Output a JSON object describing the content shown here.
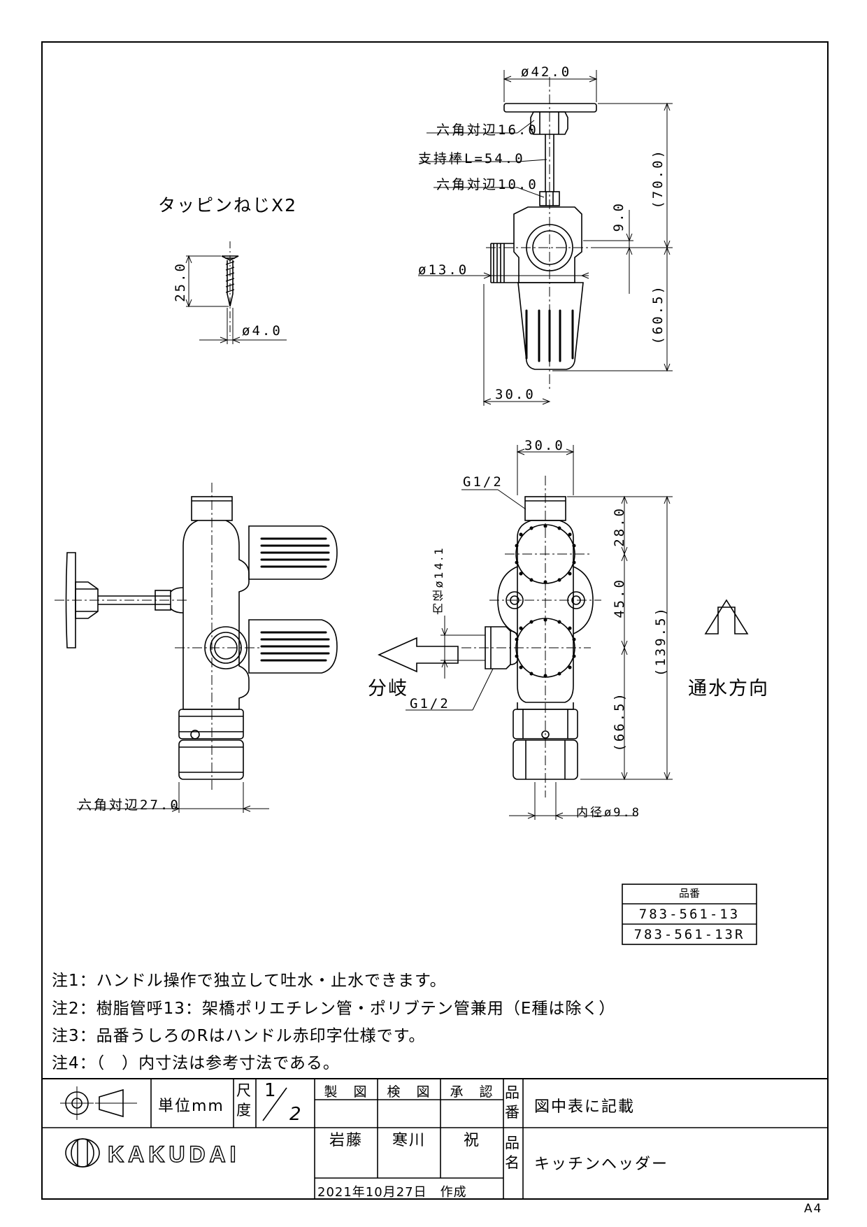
{
  "screw": {
    "title": "タッピンねじX2",
    "length": "25.0",
    "diameter": "ø4.0"
  },
  "top_view": {
    "flange_dia": "ø42.0",
    "hex_16": "六角対辺16.0",
    "rod": "支持棒L=54.0",
    "hex_10": "六角対辺10.0",
    "pipe_dia": "ø13.0",
    "width": "30.0",
    "offset": "9.0",
    "upper": "(70.0)",
    "lower": "(60.5)"
  },
  "front_view": {
    "width": "30.0",
    "thread_top": "G1/2",
    "inner_dia_branch": "内径ø14.1",
    "thread_branch": "G1/2",
    "d1": "28.0",
    "d2": "45.0",
    "d3": "(66.5)",
    "total": "(139.5)",
    "inner_dia_bottom": "内径ø9.8",
    "branch_label": "分岐",
    "flow_label": "通水方向"
  },
  "side_view": {
    "hex_27": "六角対辺27.0"
  },
  "part_table": {
    "header": "品番",
    "rows": [
      "783-561-13",
      "783-561-13R"
    ]
  },
  "notes": [
    "注1：ハンドル操作で独立して吐水・止水できます。",
    "注2：樹脂管呼13：架橋ポリエチレン管・ポリブテン管兼用（E種は除く）",
    "注3：品番うしろのRはハンドル赤印字仕様です。",
    "注4：（　）内寸法は参考寸法である。"
  ],
  "title_block": {
    "unit": "単位mm",
    "scale_label": "尺度",
    "scale_num": "1",
    "scale_den": "2",
    "drawn_label": "製　図",
    "checked_label": "検　図",
    "approved_label": "承　認",
    "drawn_by": "岩藤",
    "checked_by": "寒川",
    "approved_by": "祝",
    "date": "2021年10月27日　作成",
    "part_no_label": "品番",
    "part_no_value": "図中表に記載",
    "name_label": "品名",
    "name_value": "キッチンヘッダー",
    "brand": "KAKUDAI",
    "paper": "A4"
  }
}
